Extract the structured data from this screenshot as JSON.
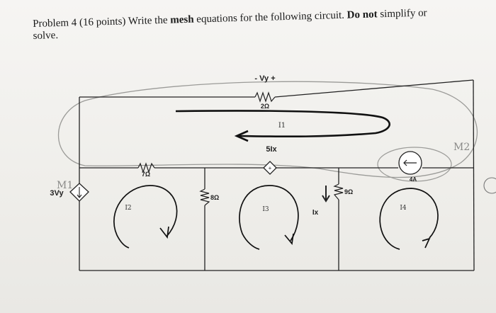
{
  "problem": {
    "prefix": "Problem 4 (16 points) Write the ",
    "bold_phrase": "mesh",
    "middle": " equations for the following circuit. ",
    "bold_do_not": "Do not",
    "suffix": " simplify or",
    "line2": "solve."
  },
  "circuit": {
    "vy_label": "- Vy +",
    "r_top": "2Ω",
    "r_left": "7Ω",
    "r_mid": "8Ω",
    "r_right": "9Ω",
    "dep_source_top": "5Ix",
    "dep_source_left": "3Vy",
    "current_source": "4A",
    "ix_label": "Ix"
  },
  "annotations": {
    "mesh_i1": "I1",
    "mesh_i2": "I2",
    "mesh_i3": "I3",
    "mesh_i4": "I4",
    "m1": "M1",
    "m2": "M2"
  }
}
